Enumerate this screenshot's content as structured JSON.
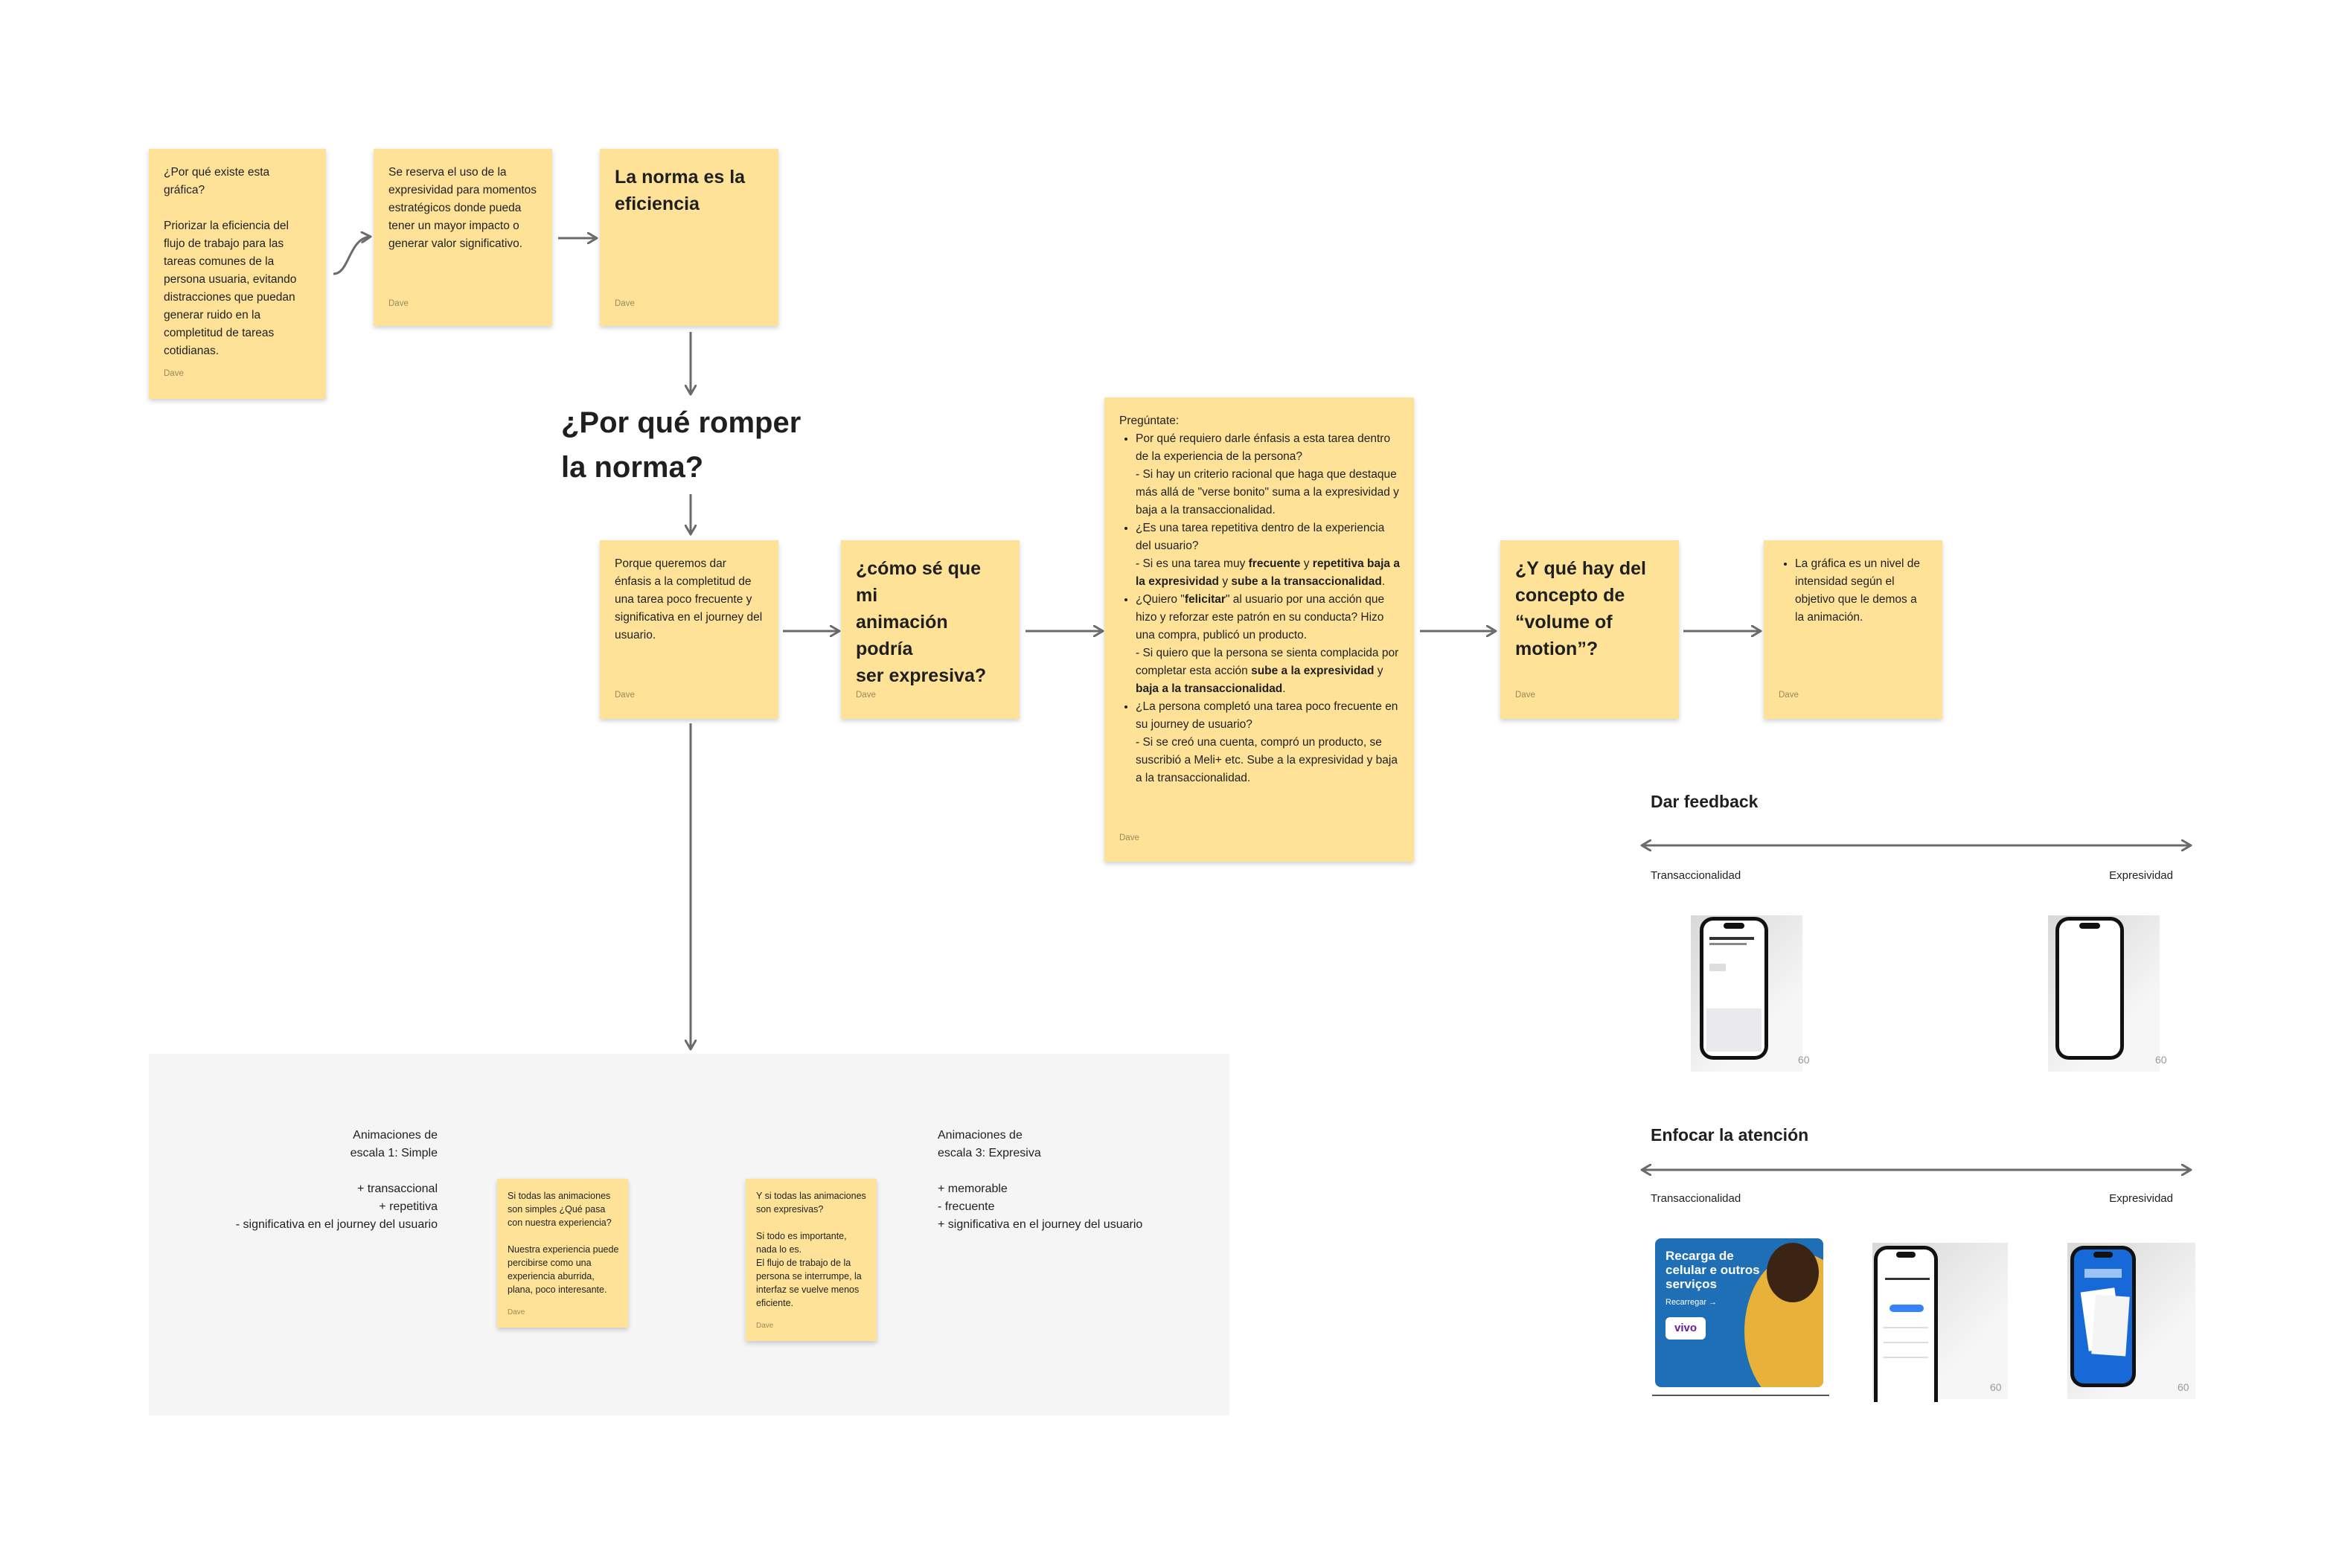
{
  "top_row": {
    "sticky1": {
      "text": "¿Por qué existe esta gráfica?\n\nPriorizar la eficiencia del flujo de trabajo para las tareas comunes de la persona usuaria, evitando distracciones que puedan generar ruido en la completitud de tareas cotidianas.",
      "author": "Dave"
    },
    "sticky2": {
      "text": "Se reserva el uso de la expresividad para momentos estratégicos donde pueda tener un mayor impacto o generar valor significativo.",
      "author": "Dave"
    },
    "sticky3": {
      "text": "La norma es la\neficiencia",
      "author": "Dave"
    }
  },
  "question_heading": "¿Por qué romper\nla norma?",
  "middle_row": {
    "sticky4": {
      "text": "Porque queremos dar énfasis a la completitud de una tarea poco frecuente y significativa en el journey del usuario.",
      "author": "Dave"
    },
    "sticky5": {
      "text": "¿cómo sé que mi\nanimación podría\nser expresiva?",
      "author": "Dave"
    },
    "sticky6": {
      "intro": "Pregúntate:",
      "b1_a": "Por qué requiero darle énfasis a esta tarea dentro de la experiencia de la persona?",
      "b1_b": "- Si hay un criterio racional que haga que destaque más allá de \"verse bonito\" suma a la expresividad y baja a la transaccionalidad.",
      "b2_a": "¿Es una tarea repetitiva dentro de la experiencia del usuario?",
      "b2_b1": "- Si es una tarea muy ",
      "b2_frecuente": "frecuente",
      "b2_y": " y ",
      "b2_repetitiva": "repetitiva",
      "b2_baja": "baja a la expresividad",
      "b2_y2": " y ",
      "b2_sube": "sube a la transaccionalidad",
      "b2_end": ".",
      "b3_pre": "¿Quiero \"",
      "b3_felicitar": "felicitar",
      "b3_post": "\" al usuario por una acción que hizo y reforzar este patrón en su conducta? Hizo una compra, publicó un producto.",
      "b3_b1": "- Si quiero que la persona se sienta complacida por completar esta acción ",
      "b3_sube": "sube a la expresividad",
      "b3_y": " y ",
      "b3_baja": "baja a la transaccionalidad",
      "b3_end": ".",
      "b4_a": "¿La persona completó una tarea poco frecuente en su journey de usuario?",
      "b4_b": "- Si se creó una cuenta, compró un producto, se suscribió a Meli+ etc. Sube a la expresividad y baja a la transaccionalidad.",
      "author": "Dave"
    },
    "sticky7": {
      "text": "¿Y qué hay del\nconcepto de\n“volume of\nmotion”?",
      "author": "Dave"
    },
    "sticky8": {
      "text": "La gráfica es un nivel de intensidad según el objetivo que le demos a la animación.",
      "author": "Dave"
    }
  },
  "scale_panel": {
    "left_title": "Animaciones de\nescala 1: Simple",
    "left_list": "+ transaccional\n+ repetitiva\n- significativa en el journey del usuario",
    "right_title": "Animaciones de\nescala 3: Expresiva",
    "right_list": "+ memorable\n- frecuente\n+ significativa en el journey del usuario",
    "note1": {
      "text": "Si todas las animaciones son simples ¿Qué pasa con nuestra experiencia?\n\nNuestra experiencia puede percibirse como una experiencia aburrida, plana, poco interesante.",
      "author": "Dave"
    },
    "note2": {
      "text": "Y si todas las animaciones son expresivas?\n\nSi todo es importante, nada lo es.\nEl flujo de trabajo de la persona se interrumpe, la interfaz se vuelve menos eficiente.",
      "author": "Dave"
    }
  },
  "feedback_section": {
    "title": "Dar feedback",
    "left_label": "Transaccionalidad",
    "right_label": "Expresividad",
    "counter1": "60",
    "counter2": "60"
  },
  "attention_section": {
    "title": "Enfocar la atención",
    "left_label": "Transaccionalidad",
    "right_label": "Expresividad",
    "banner_title": "Recarga de celular e outros serviços",
    "banner_cta": "Recarregar →",
    "banner_logo": "vivo",
    "counter1": "60",
    "counter2": "60"
  },
  "colors": {
    "sticky": "#fde297",
    "arrow": "#6b6b6b",
    "panel": "#f5f5f5",
    "banner": "#1e6fb5"
  }
}
